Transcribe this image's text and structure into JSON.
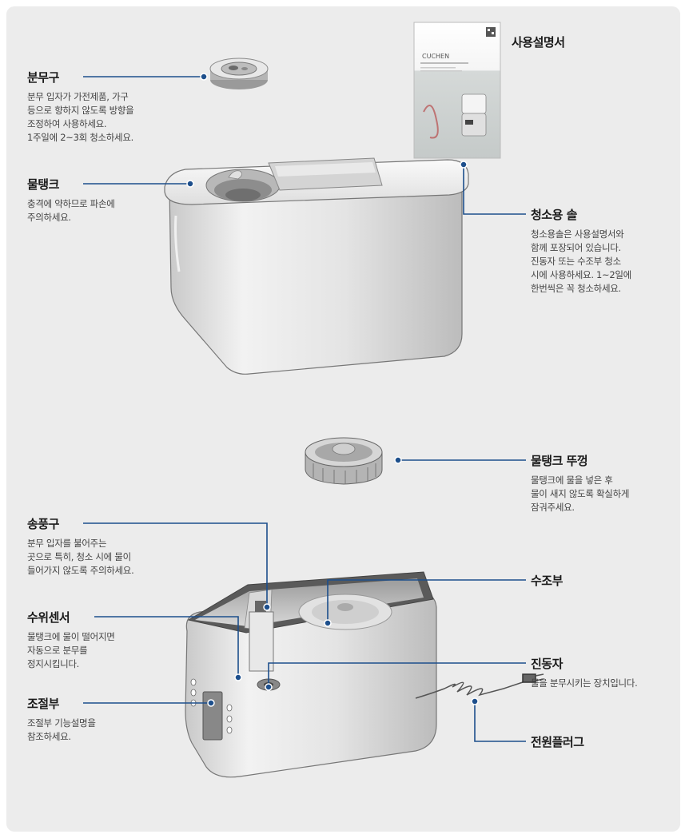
{
  "background": "#ececec",
  "accent": "#1d4f8c",
  "manual": {
    "brand": "CUCHEN"
  },
  "labels": {
    "nozzle": {
      "title": "분무구",
      "desc": "분무 입자가 가전제품, 가구\n등으로 향하지 않도록 방향을\n조정하여 사용하세요.\n1주일에 2~3회 청소하세요."
    },
    "tank": {
      "title": "물탱크",
      "desc": "충격에 약하므로 파손에\n주의하세요."
    },
    "manual": {
      "title": "사용설명서"
    },
    "brush": {
      "title": "청소용 솔",
      "desc": "청소용솔은 사용설명서와\n함께 포장되어 있습니다.\n진동자 또는 수조부 청소\n시에 사용하세요. 1~2일에\n한번씩은 꼭 청소하세요."
    },
    "tank_cap": {
      "title": "물탱크 뚜껑",
      "desc": "물탱크에 물을 넣은 후\n물이 새지 않도록 확실하게\n잠궈주세요."
    },
    "vent": {
      "title": "송풍구",
      "desc": "분무 입자를 불어주는\n곳으로 특히, 청소 시에 물이\n들어가지 않도록 주의하세요."
    },
    "reservoir": {
      "title": "수조부"
    },
    "water_sensor": {
      "title": "수위센서",
      "desc": "물탱크에 물이 떨어지면\n자동으로 분무를\n정지시킵니다."
    },
    "vibrator": {
      "title": "진동자",
      "desc": "물을 분무시키는 장치입니다."
    },
    "control": {
      "title": "조절부",
      "desc": "조절부 기능설명을\n참조하세요."
    },
    "plug": {
      "title": "전원플러그"
    }
  }
}
